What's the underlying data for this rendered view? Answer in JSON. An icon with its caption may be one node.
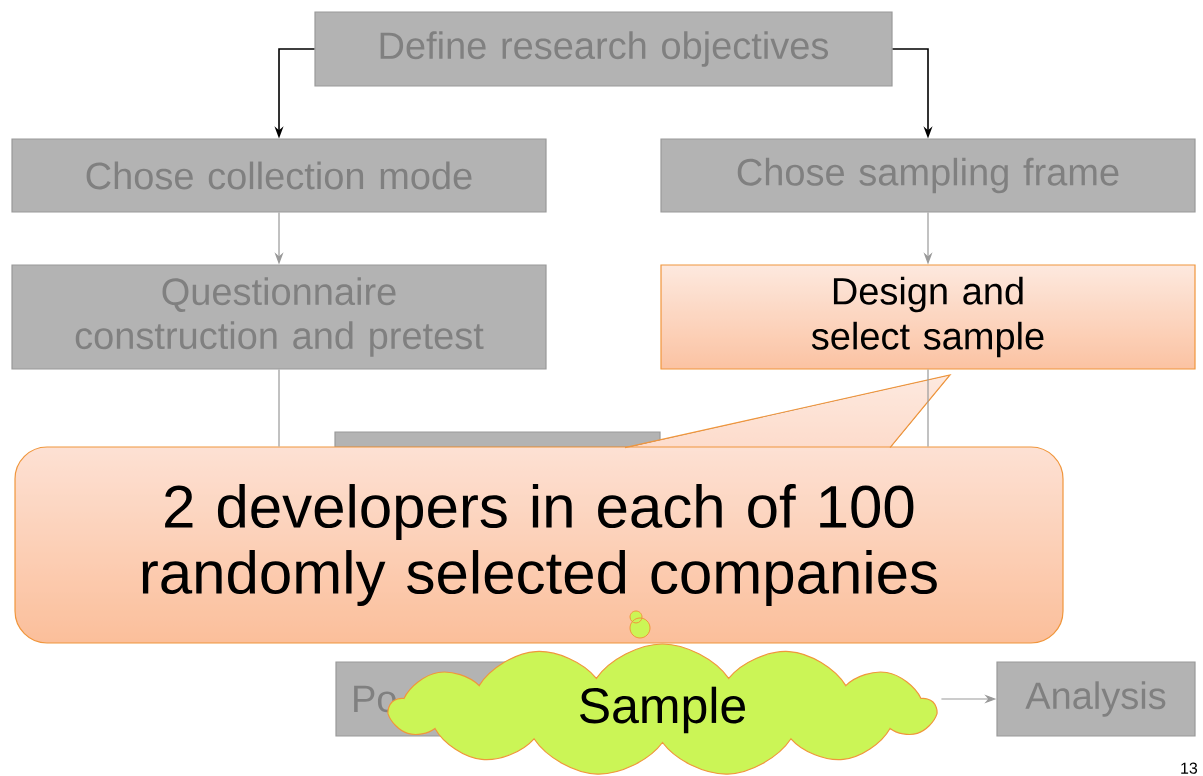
{
  "diagram": {
    "nodes": [
      {
        "text": [
          "Define research objectives"
        ]
      },
      {
        "text": [
          "Chose collection mode"
        ]
      },
      {
        "text": [
          "Chose sampling frame"
        ]
      },
      {
        "text": [
          "Questionnaire construction and pretest"
        ]
      },
      {
        "text": [
          "Design and select sample"
        ]
      },
      {
        "text": [],
        "shape": "box"
      },
      {
        "text": [
          "Po"
        ]
      },
      {
        "text": [
          "Analysis"
        ]
      },
      {
        "text": [
          "2 developers in each of 100 randomly selected companies"
        ]
      },
      {
        "text": [
          "Sample"
        ]
      }
    ],
    "edges": [
      {
        "from": 0,
        "to": 1,
        "arrow": "to",
        "color": "#000000"
      },
      {
        "from": 0,
        "to": 2,
        "arrow": "to",
        "color": "#000000"
      },
      {
        "from": 1,
        "to": 3,
        "arrow": "to"
      },
      {
        "from": 2,
        "to": 4,
        "arrow": "to"
      },
      {
        "from": 3,
        "to": 8,
        "arrow": "none"
      },
      {
        "from": 4,
        "to": 8,
        "arrow": "none"
      },
      {
        "from": null,
        "to": 7,
        "arrow": "to"
      }
    ],
    "labels": [
      "13"
    ]
  }
}
